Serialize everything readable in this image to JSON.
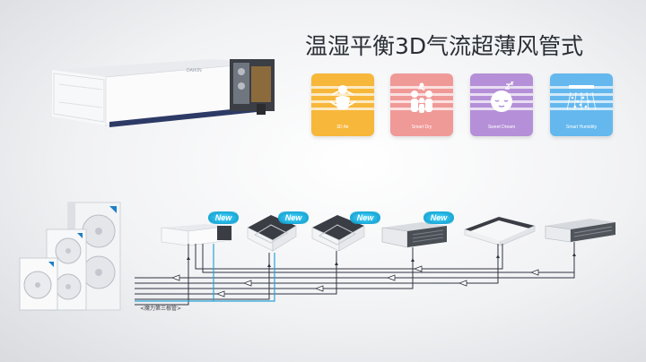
{
  "headline": "温湿平衡3D气流超薄风管式",
  "features": [
    {
      "label": "3D Air",
      "icon": "3d-air-icon",
      "color": "#f7b73a"
    },
    {
      "label": "Smart Dry",
      "icon": "family-icon",
      "color": "#f09a98"
    },
    {
      "label": "Sweet Dream",
      "icon": "sleeping-face-icon",
      "color": "#b590d8"
    },
    {
      "label": "Smart Humidity",
      "icon": "humidity-icon",
      "color": "#64b8ee"
    }
  ],
  "new_badges": [
    "New",
    "New",
    "New",
    "New"
  ],
  "pipe_caption": "<魔力第三根管>",
  "colors": {
    "pipe": "#2e3340",
    "pipe_highlight": "#29a4d8",
    "badge": "#18a7d6"
  }
}
